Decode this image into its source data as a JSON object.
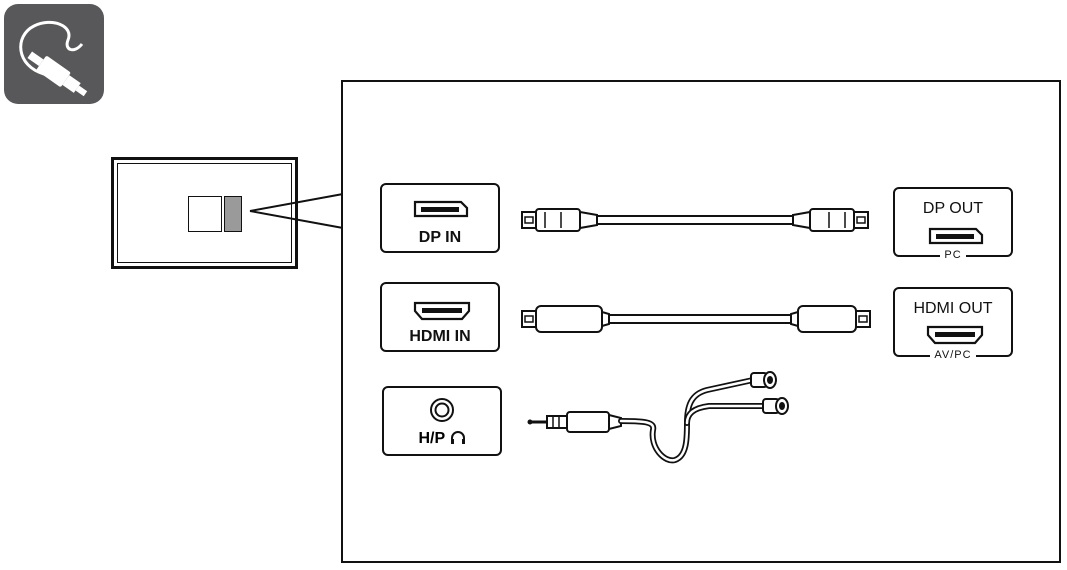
{
  "icon": {
    "name": "cable-connection-icon",
    "background": "#58585a"
  },
  "diagram": {
    "inputs": [
      {
        "label": "DP IN",
        "icon": "displayport-connector-icon"
      },
      {
        "label": "HDMI IN",
        "icon": "hdmi-connector-icon"
      },
      {
        "label": "H/P",
        "icon": "headphone-jack-icon",
        "suffix_icon": "headphones-icon"
      }
    ],
    "outputs": [
      {
        "label": "DP OUT",
        "sublabel": "PC",
        "icon": "displayport-connector-icon"
      },
      {
        "label": "HDMI OUT",
        "sublabel": "AV/PC",
        "icon": "hdmi-connector-icon"
      }
    ],
    "cables": [
      "displayport-cable",
      "hdmi-cable",
      "headphone-splitter-cable"
    ]
  }
}
